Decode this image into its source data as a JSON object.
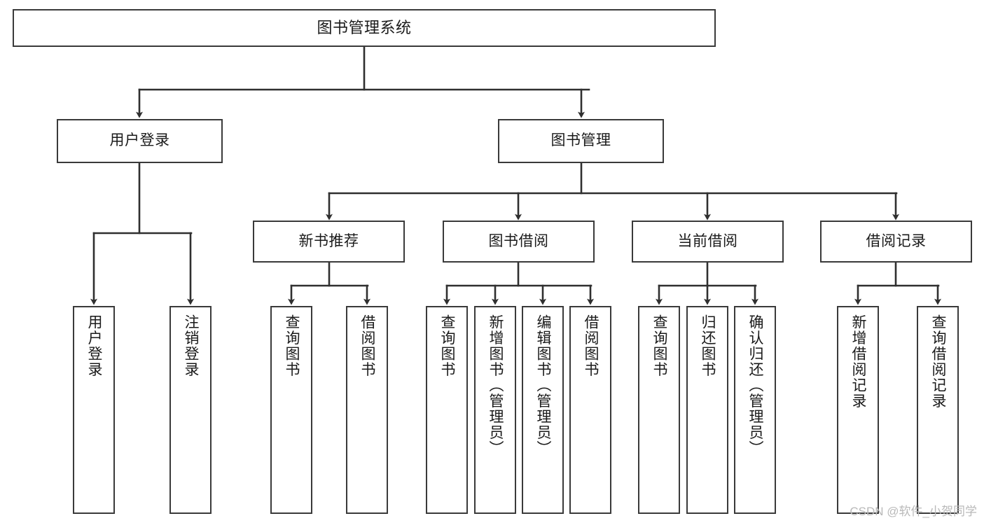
{
  "diagram": {
    "title": "图书管理系统",
    "type": "tree",
    "watermark": "CSDN @软件_小贺同学",
    "colors": {
      "box_border": "#3a3a3a",
      "box_fill": "#ffffff",
      "edge": "#2f2f2f",
      "text": "#1a1a1a",
      "watermark": "#b9b9b9",
      "background": "#ffffff"
    },
    "levels": {
      "root": "图书管理系统",
      "level2": [
        "用户登录",
        "图书管理"
      ],
      "level3": [
        "新书推荐",
        "图书借阅",
        "当前借阅",
        "借阅记录"
      ]
    },
    "nodes": {
      "root": {
        "label": "图书管理系统"
      },
      "user_login": {
        "label": "用户登录"
      },
      "book_manage": {
        "label": "图书管理"
      },
      "new_book_rec": {
        "label": "新书推荐"
      },
      "book_borrow": {
        "label": "图书借阅"
      },
      "current_borrow": {
        "label": "当前借阅"
      },
      "borrow_record": {
        "label": "借阅记录"
      },
      "leaf_user_login": {
        "label": "用户登录"
      },
      "leaf_logout": {
        "label": "注销登录"
      },
      "leaf_query_book_1": {
        "label": "查询图书"
      },
      "leaf_borrow_book_1": {
        "label": "借阅图书"
      },
      "leaf_query_book_2": {
        "label": "查询图书"
      },
      "leaf_add_book_admin": {
        "label": "新增图书（管理员）"
      },
      "leaf_edit_book_admin": {
        "label": "编辑图书（管理员）"
      },
      "leaf_borrow_book_2": {
        "label": "借阅图书"
      },
      "leaf_query_book_3": {
        "label": "查询图书"
      },
      "leaf_return_book": {
        "label": "归还图书"
      },
      "leaf_confirm_return_admin": {
        "label": "确认归还（管理员）"
      },
      "leaf_add_record": {
        "label": "新增借阅记录"
      },
      "leaf_query_record": {
        "label": "查询借阅记录"
      }
    },
    "edges": [
      {
        "from": "root",
        "to": "user_login"
      },
      {
        "from": "root",
        "to": "book_manage"
      },
      {
        "from": "user_login",
        "to": "leaf_user_login"
      },
      {
        "from": "user_login",
        "to": "leaf_logout"
      },
      {
        "from": "book_manage",
        "to": "new_book_rec"
      },
      {
        "from": "book_manage",
        "to": "book_borrow"
      },
      {
        "from": "book_manage",
        "to": "current_borrow"
      },
      {
        "from": "book_manage",
        "to": "borrow_record"
      },
      {
        "from": "new_book_rec",
        "to": "leaf_query_book_1"
      },
      {
        "from": "new_book_rec",
        "to": "leaf_borrow_book_1"
      },
      {
        "from": "book_borrow",
        "to": "leaf_query_book_2"
      },
      {
        "from": "book_borrow",
        "to": "leaf_add_book_admin"
      },
      {
        "from": "book_borrow",
        "to": "leaf_edit_book_admin"
      },
      {
        "from": "book_borrow",
        "to": "leaf_borrow_book_2"
      },
      {
        "from": "current_borrow",
        "to": "leaf_query_book_3"
      },
      {
        "from": "current_borrow",
        "to": "leaf_return_book"
      },
      {
        "from": "current_borrow",
        "to": "leaf_confirm_return_admin"
      },
      {
        "from": "borrow_record",
        "to": "leaf_add_record"
      },
      {
        "from": "borrow_record",
        "to": "leaf_query_record"
      }
    ]
  }
}
